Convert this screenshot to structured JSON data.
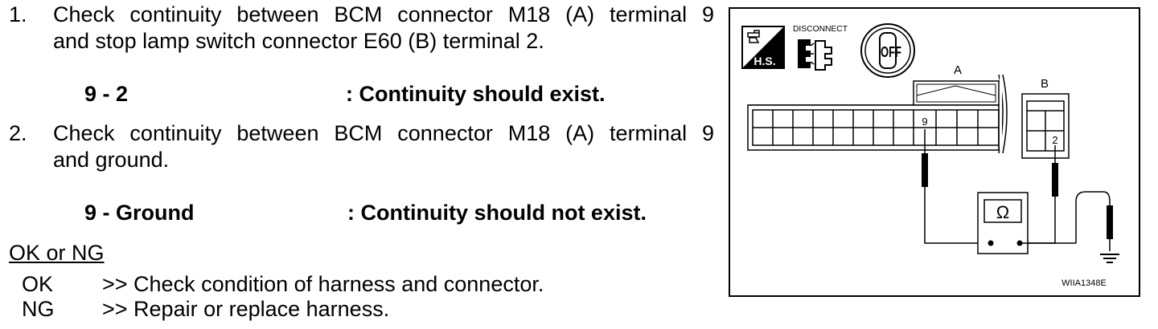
{
  "steps": [
    {
      "number": "1.",
      "line1": "Check continuity between BCM connector M18 (A) terminal 9",
      "line2": "and stop lamp switch connector E60 (B) terminal 2.",
      "spec_label": "9 - 2",
      "spec_value": ": Continuity should exist."
    },
    {
      "number": "2.",
      "line1": "Check continuity between BCM connector M18 (A) terminal 9",
      "line2": "and ground.",
      "spec_label": "9 - Ground",
      "spec_value": ": Continuity should not exist."
    }
  ],
  "result": {
    "heading": "OK or NG",
    "rows": [
      {
        "code": "OK",
        "action": ">> Check condition of harness and connector."
      },
      {
        "code": "NG",
        "action": ">> Repair or replace harness."
      }
    ]
  },
  "figure": {
    "hs_label": "H.S.",
    "disconnect_label": "DISCONNECT",
    "off_label": "OFF",
    "connector_a_label": "A",
    "connector_b_label": "B",
    "terminal_a": "9",
    "terminal_b": "2",
    "meter_symbol": "Ω",
    "figure_code": "WIIA1348E",
    "icons": [
      "hands-service-icon",
      "connector-disconnect-icon",
      "ignition-off-icon",
      "ground-icon"
    ]
  }
}
